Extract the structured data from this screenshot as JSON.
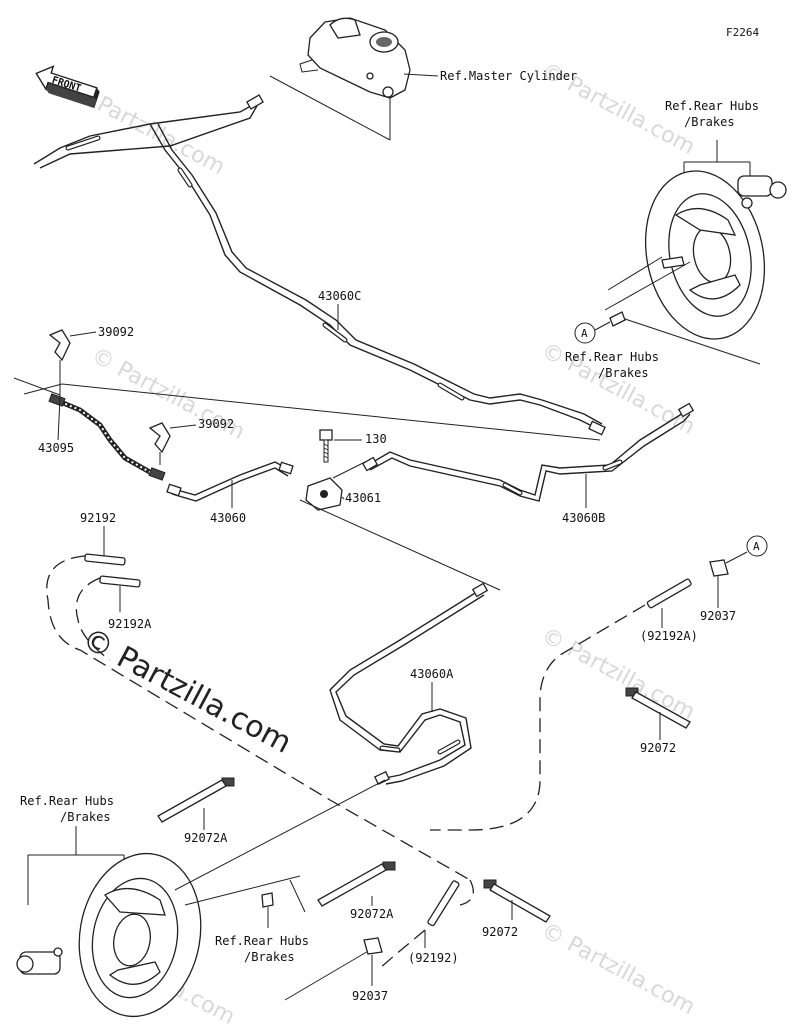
{
  "figure_code": "F2264",
  "front_label": "FRONT",
  "watermark": "© Partzilla.com",
  "labels": {
    "ref_master_cylinder": "Ref.Master Cylinder",
    "ref_rear_hubs_1": "Ref.Rear Hubs",
    "ref_rear_hubs_1_b": "/Brakes",
    "ref_rear_hubs_2": "Ref.Rear Hubs",
    "ref_rear_hubs_2_b": "/Brakes",
    "ref_rear_hubs_3": "Ref.Rear Hubs",
    "ref_rear_hubs_3_b": "/Brakes",
    "ref_rear_hubs_4": "Ref.Rear Hubs",
    "ref_rear_hubs_4_b": "/Brakes",
    "callout_a": "A"
  },
  "parts": {
    "p43060C": "43060C",
    "p39092_a": "39092",
    "p39092_b": "39092",
    "p43095": "43095",
    "p130": "130",
    "p43061": "43061",
    "p43060": "43060",
    "p43060B": "43060B",
    "p92192": "92192",
    "p92192A": "92192A",
    "p92192A_paren": "(92192A)",
    "p92037_a": "92037",
    "p43060A": "43060A",
    "p92072_a": "92072",
    "p92072A_a": "92072A",
    "p92072A_b": "92072A",
    "p92192_paren": "(92192)",
    "p92072_b": "92072",
    "p92037_b": "92037"
  }
}
